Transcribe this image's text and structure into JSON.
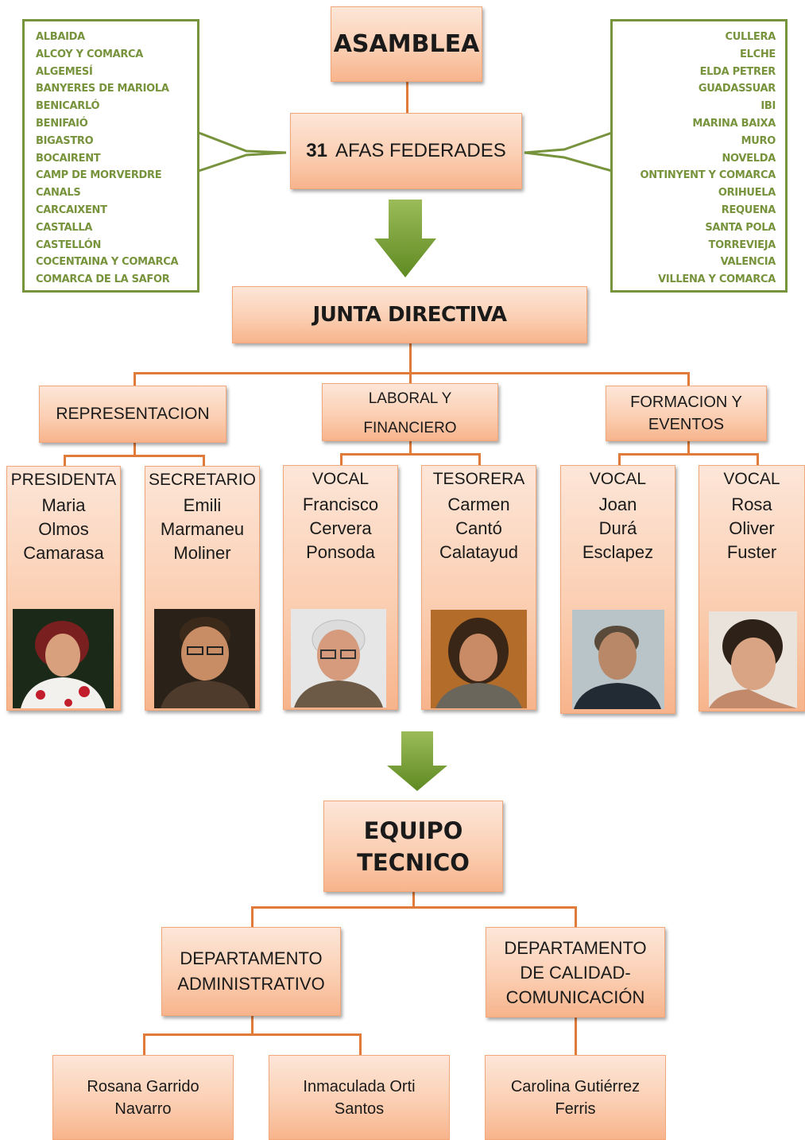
{
  "asamblea": "ASAMBLEA",
  "afas": {
    "count": "31",
    "label": "AFAS FEDERADES"
  },
  "left_list": [
    "ALBAIDA",
    "ALCOY Y COMARCA",
    "ALGEMESÍ",
    "BANYERES DE MARIOLA",
    "BENICARLÓ",
    "BENIFAIÓ",
    "BIGASTRO",
    "BOCAIRENT",
    "CAMP DE MORVERDRE",
    "CANALS",
    "CARCAIXENT",
    "CASTALLA",
    "CASTELLÓN",
    "COCENTAINA Y COMARCA",
    "COMARCA DE LA SAFOR"
  ],
  "right_list": [
    "CULLERA",
    "ELCHE",
    "ELDA PETRER",
    "GUADASSUAR",
    "IBI",
    "MARINA BAIXA",
    "MURO",
    "NOVELDA",
    "ONTINYENT Y COMARCA",
    "ORIHUELA",
    "REQUENA",
    "SANTA POLA",
    "TORREVIEJA",
    "VALENCIA",
    "VILLENA Y COMARCA"
  ],
  "junta": "JUNTA DIRECTIVA",
  "areas": {
    "representacion": "REPRESENTACION",
    "laboral_1": "LABORAL Y",
    "laboral_2": "FINANCIERO",
    "formacion_1": "FORMACION Y",
    "formacion_2": "EVENTOS"
  },
  "members": [
    {
      "role": "PRESIDENTA",
      "name": [
        "Maria",
        "Olmos",
        "Camarasa"
      ]
    },
    {
      "role": "SECRETARIO",
      "name": [
        "Emili",
        "Marmaneu",
        "Moliner"
      ]
    },
    {
      "role": "VOCAL",
      "name": [
        "Francisco",
        "Cervera",
        "Ponsoda"
      ]
    },
    {
      "role": "TESORERA",
      "name": [
        "Carmen",
        "Cantó",
        "Calatayud"
      ]
    },
    {
      "role": "VOCAL",
      "name": [
        "Joan",
        "Durá",
        "Esclapez"
      ]
    },
    {
      "role": "VOCAL",
      "name": [
        "Rosa",
        "Oliver",
        "Fuster"
      ]
    }
  ],
  "equipo": [
    "EQUIPO",
    "TECNICO"
  ],
  "departments": {
    "admin": [
      "DEPARTAMENTO",
      "ADMINISTRATIVO"
    ],
    "calidad": [
      "DEPARTAMENTO",
      "DE CALIDAD-",
      "COMUNICACIÓN"
    ]
  },
  "staff": [
    [
      "Rosana Garrido",
      "Navarro"
    ],
    [
      "Inmaculada Orti",
      "Santos"
    ],
    [
      "Carolina Gutiérrez",
      "Ferris"
    ]
  ],
  "colors": {
    "box_fill": "#fbcfb3",
    "connector": "#e07b39",
    "list_green": "#77933c",
    "arrow_green": "#6e9a2c"
  }
}
